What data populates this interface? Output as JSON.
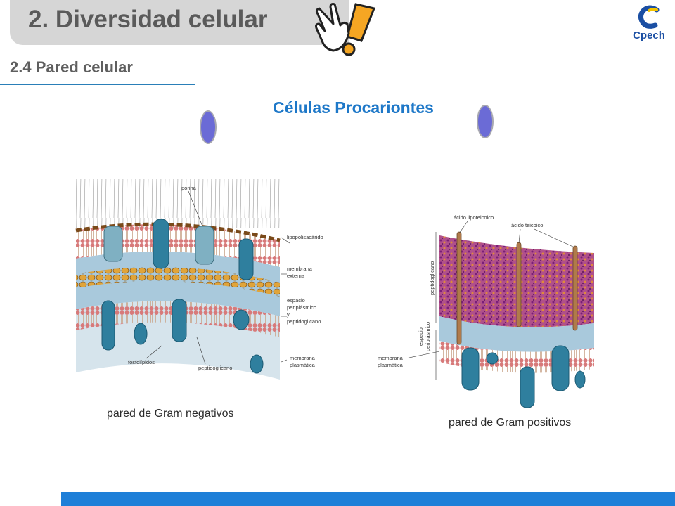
{
  "header": {
    "title": "2. Diversidad celular",
    "subtitle": "2.4 Pared celular",
    "logo_text": "Cpech"
  },
  "main": {
    "heading": "Células Procariontes"
  },
  "gram_negative": {
    "caption": "pared de Gram negativos",
    "labels": {
      "porina": "porina",
      "lipopolisacarido": "lipopolisacárido",
      "membrana_externa_1": "membrana",
      "membrana_externa_2": "externa",
      "espacio_1": "espacio",
      "espacio_2": "periplásmico",
      "espacio_3": "y",
      "espacio_4": "peptidoglicano",
      "membrana_plasmatica_1": "membrana",
      "membrana_plasmatica_2": "plasmática",
      "fosfolipidos": "fosfolípidos",
      "peptidoglicano": "peptidoglicano"
    }
  },
  "gram_positive": {
    "caption": "pared de Gram positivos",
    "labels": {
      "acido_lipoteicoico": "ácido lipoteicoico",
      "acido_teicoico": "ácido teicoico",
      "peptidoglicano": "peptidoglicano",
      "espacio_1": "espacio",
      "espacio_2": "periplásmico",
      "membrana_plasmatica_1": "membrana",
      "membrana_plasmatica_2": "plasmática"
    }
  },
  "colors": {
    "accent": "#1e78c8",
    "footer": "#1e7fd8",
    "bullet": "#6b6bd6",
    "protein": "#2f7f9e"
  }
}
